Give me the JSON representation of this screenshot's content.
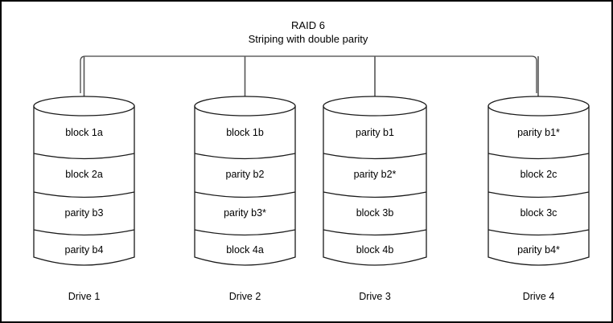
{
  "diagram": {
    "title_line1": "RAID 6",
    "title_line2": "Striping with double parity",
    "stroke_color": "#1a1a1a",
    "connector_color": "#555555",
    "background_color": "#ffffff",
    "border_color": "#000000"
  },
  "drives": [
    {
      "label": "Drive 1",
      "blocks": [
        "block 1a",
        "block 2a",
        "parity b3",
        "parity b4"
      ]
    },
    {
      "label": "Drive 2",
      "blocks": [
        "block 1b",
        "parity b2",
        "parity b3*",
        "block 4a"
      ]
    },
    {
      "label": "Drive 3",
      "blocks": [
        "parity b1",
        "parity b2*",
        "block 3b",
        "block 4b"
      ]
    },
    {
      "label": "Drive 4",
      "blocks": [
        "parity b1*",
        "block 2c",
        "block 3c",
        "parity b4*"
      ]
    }
  ]
}
